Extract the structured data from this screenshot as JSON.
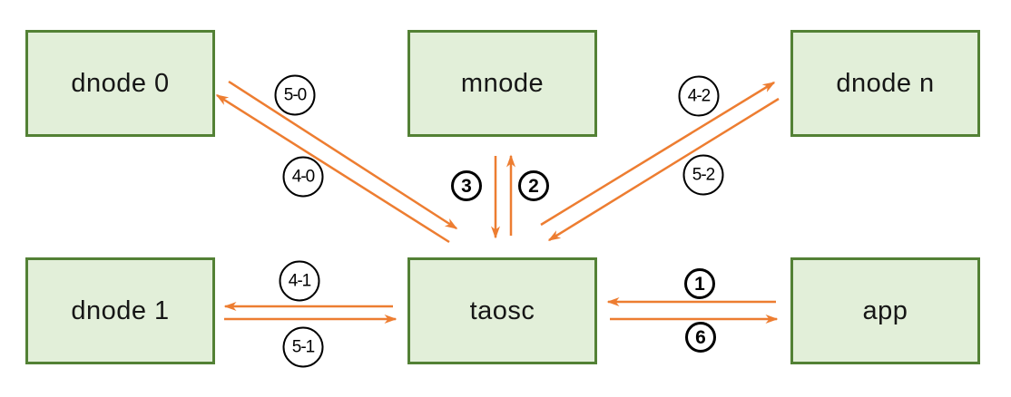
{
  "colors": {
    "background": "#ffffff",
    "node_fill": "#e2efd9",
    "node_border": "#538135",
    "arrow": "#ed7d31",
    "label_text": "#000000",
    "label_circle_border": "#000000",
    "node_text": "#161616"
  },
  "nodes": [
    {
      "id": "dnode-0",
      "label": "dnode 0"
    },
    {
      "id": "mnode",
      "label": "mnode"
    },
    {
      "id": "dnode-n",
      "label": "dnode n"
    },
    {
      "id": "dnode-1",
      "label": "dnode 1"
    },
    {
      "id": "taosc",
      "label": "taosc"
    },
    {
      "id": "app",
      "label": "app"
    }
  ],
  "edges": [
    {
      "label": "5-0",
      "from": "dnode 0",
      "to": "taosc",
      "style": "circled"
    },
    {
      "label": "4-0",
      "from": "taosc",
      "to": "dnode 0",
      "style": "circled"
    },
    {
      "label": "3",
      "from": "mnode",
      "to": "taosc",
      "style": "circled-digit"
    },
    {
      "label": "2",
      "from": "taosc",
      "to": "mnode",
      "style": "circled-digit"
    },
    {
      "label": "4-2",
      "from": "taosc",
      "to": "dnode n",
      "style": "circled"
    },
    {
      "label": "5-2",
      "from": "dnode n",
      "to": "taosc",
      "style": "circled"
    },
    {
      "label": "4-1",
      "from": "taosc",
      "to": "dnode 1",
      "style": "circled"
    },
    {
      "label": "5-1",
      "from": "dnode 1",
      "to": "taosc",
      "style": "circled"
    },
    {
      "label": "1",
      "from": "app",
      "to": "taosc",
      "style": "circled-digit"
    },
    {
      "label": "6",
      "from": "taosc",
      "to": "app",
      "style": "circled-digit"
    }
  ]
}
